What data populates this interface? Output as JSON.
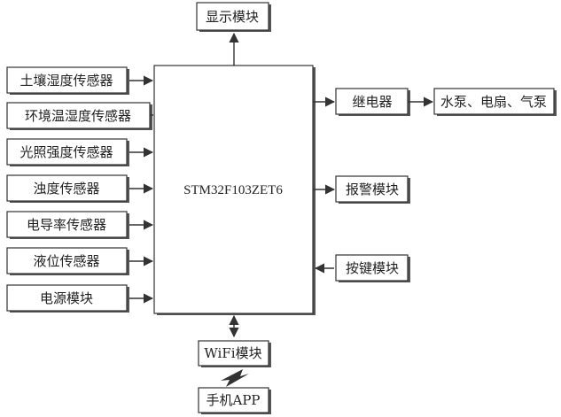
{
  "diagram": {
    "colors": {
      "stroke": "#333333",
      "fill": "#ffffff",
      "text": "#222222",
      "shadow": "#555555"
    },
    "mcu": {
      "label": "STM32F103ZET6"
    },
    "display": {
      "label": "显示模块"
    },
    "sensors": [
      {
        "label": "土壤湿度传感器"
      },
      {
        "label": "环境温湿度传感器"
      },
      {
        "label": "光照强度传感器"
      },
      {
        "label": "浊度传感器"
      },
      {
        "label": "电导率传感器"
      },
      {
        "label": "液位传感器"
      },
      {
        "label": "电源模块"
      }
    ],
    "relay": {
      "label": "继电器"
    },
    "actuators": {
      "label": "水泵、电扇、气泵"
    },
    "alarm": {
      "label": "报警模块"
    },
    "keys": {
      "label": "按键模块"
    },
    "wifi": {
      "label": "WiFi模块"
    },
    "phone": {
      "label": "手机APP"
    }
  }
}
